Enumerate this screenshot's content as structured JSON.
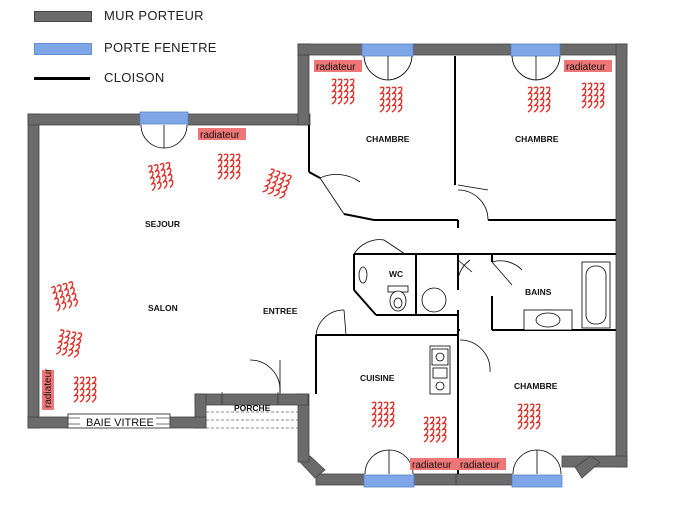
{
  "legend": {
    "mur_porteur": {
      "label": "MUR PORTEUR",
      "color": "#6b6b6b"
    },
    "porte_fenetre": {
      "label": "PORTE FENETRE",
      "color": "#7fa7e8"
    },
    "cloison": {
      "label": "CLOISON",
      "color": "#000000"
    }
  },
  "rooms": {
    "chambre_1": "CHAMBRE",
    "chambre_2": "CHAMBRE",
    "chambre_3": "CHAMBRE",
    "sejour": "SEJOUR",
    "salon": "SALON",
    "entree": "ENTREE",
    "wc": "WC",
    "bains": "BAINS",
    "cuisine": "CUISINE",
    "porche": "PORCHE"
  },
  "radiator_label": "radiateur",
  "baie_vitree_label": "BAIE VITREE",
  "colors": {
    "radiator_fill": "#ef7676",
    "heat_wave": "#e0302a",
    "wall": "#6b6b6b",
    "window": "#7fa7e8"
  },
  "icons": [
    "heat-wave-icon",
    "toilet-icon",
    "bathtub-icon",
    "sink-icon",
    "stove-icon",
    "door-swing-icon"
  ]
}
